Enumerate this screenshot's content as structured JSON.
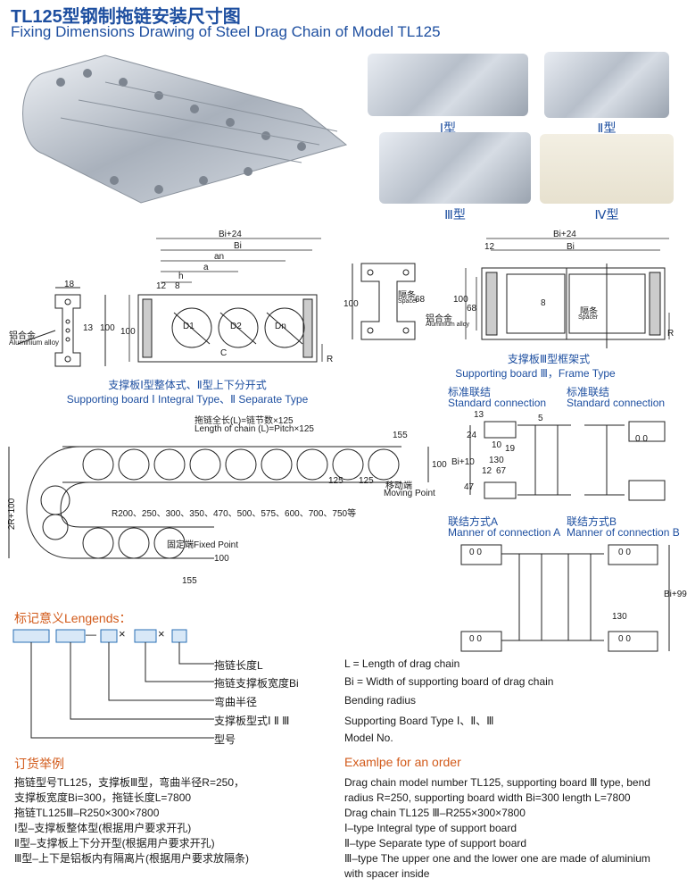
{
  "header": {
    "title_cn": "TL125型钢制拖链安装尺寸图",
    "title_en": "Fixing Dimensions Drawing of Steel Drag Chain of Model TL125"
  },
  "types": [
    {
      "label": "Ⅰ型"
    },
    {
      "label": "Ⅱ型"
    },
    {
      "label": "Ⅲ型"
    },
    {
      "label": "Ⅳ型"
    }
  ],
  "drawing_small": {
    "dim_18": "18",
    "dim_13": "13",
    "dim_100": "100",
    "material_cn": "铝合金",
    "material_en": "Aluminium alloy"
  },
  "drawing_board12": {
    "bi24": "Bi+24",
    "bi": "Bi",
    "an": "an",
    "a": "a",
    "h": "h",
    "d12": "12",
    "d8": "8",
    "d1": "D1",
    "d2": "D2",
    "dn": "Dn",
    "c": "C",
    "r": "R",
    "d100": "100",
    "caption_cn": "支撑板Ⅰ型整体式、Ⅱ型上下分开式",
    "caption_en": "Supporting board Ⅰ Integral Type、Ⅱ Separate Type"
  },
  "drawing_spacer": {
    "d100": "100",
    "d68": "68",
    "spacer_cn": "隔条",
    "spacer_en": "Spacer",
    "material_cn": "铝合金",
    "material_en": "Aluminium alloy"
  },
  "drawing_board3": {
    "bi24": "Bi+24",
    "bi": "Bi",
    "d12": "12",
    "d8": "8",
    "d100": "100",
    "d68": "68",
    "spacer_cn": "隔条",
    "spacer_en": "Spacer",
    "r": "R",
    "caption_cn": "支撑板Ⅲ型框架式",
    "caption_en": "Supporting board Ⅲ，Frame Type"
  },
  "drawing_chain": {
    "length_cn": "拖链全长(L)=链节数×125",
    "length_en": "Length of chain (L)=Pitch×125",
    "d155_top": "155",
    "d100_right": "100",
    "d125a": "125",
    "d125b": "125",
    "moving_cn": "移动端",
    "moving_en": "Moving Point",
    "radius_list": "R200、250、300、350、470、500、575、600、700、750等",
    "r2_100": "2R+100",
    "fixed": "固定端Fixed Point",
    "d100_fixed": "100",
    "d155_bottom": "155"
  },
  "connections": {
    "std1_cn": "标准联结",
    "std1_en": "Standard connection",
    "std2_cn": "标准联结",
    "std2_en": "Standard connection",
    "ma_cn": "联结方式A",
    "ma_en": "Manner of connection A",
    "mb_cn": "联结方式B",
    "mb_en": "Manner of connection B",
    "d13": "13",
    "d24": "24",
    "d10": "10",
    "d19": "19",
    "d5": "5",
    "d130": "130",
    "d12": "12",
    "d67": "67",
    "d47": "47",
    "bi10": "Bi+10",
    "bi99": "Bi+99",
    "slot": "0 0"
  },
  "legend": {
    "title": "标记意义Lengends：",
    "items_cn": [
      "拖链长度L",
      "拖链支撑板宽度Bi",
      "弯曲半径",
      "支撑板型式Ⅰ Ⅱ Ⅲ",
      "型号"
    ],
    "items_en": [
      "L = Length of drag chain",
      "Bi = Width of supporting board of drag chain",
      "Bending radius",
      "Supporting Board Type Ⅰ、Ⅱ、Ⅲ",
      "Model No."
    ],
    "sep_dash": "—",
    "sep_x1": "×",
    "sep_x2": "×"
  },
  "order_cn": {
    "title": "订货举例",
    "lines": [
      "拖链型号TL125，支撑板Ⅲ型，弯曲半径R=250，",
      "支撑板宽度Bi=300，拖链长度L=7800",
      "拖链TL125Ⅲ–R250×300×7800",
      "Ⅰ型–支撑板整体型(根据用户要求开孔)",
      "Ⅱ型–支撑板上下分开型(根据用户要求开孔)",
      "Ⅲ型–上下是铝板内有隔离片(根据用户要求放隔条)"
    ]
  },
  "order_en": {
    "title": "Examlpe for an order",
    "lines": [
      "Drag chain model number TL125, supporting board Ⅲ type, bend",
      "radius R=250, supporting board width Bi=300 length L=7800",
      "Drag chain TL125 Ⅲ–R255×300×7800",
      "Ⅰ–type Integral type of support board",
      "Ⅱ–type Separate type of support board",
      "Ⅲ–type The upper one and the lower one are made of aluminium",
      "with spacer inside"
    ]
  },
  "colors": {
    "accent": "#1e4fa0",
    "orange": "#d25a1a"
  }
}
